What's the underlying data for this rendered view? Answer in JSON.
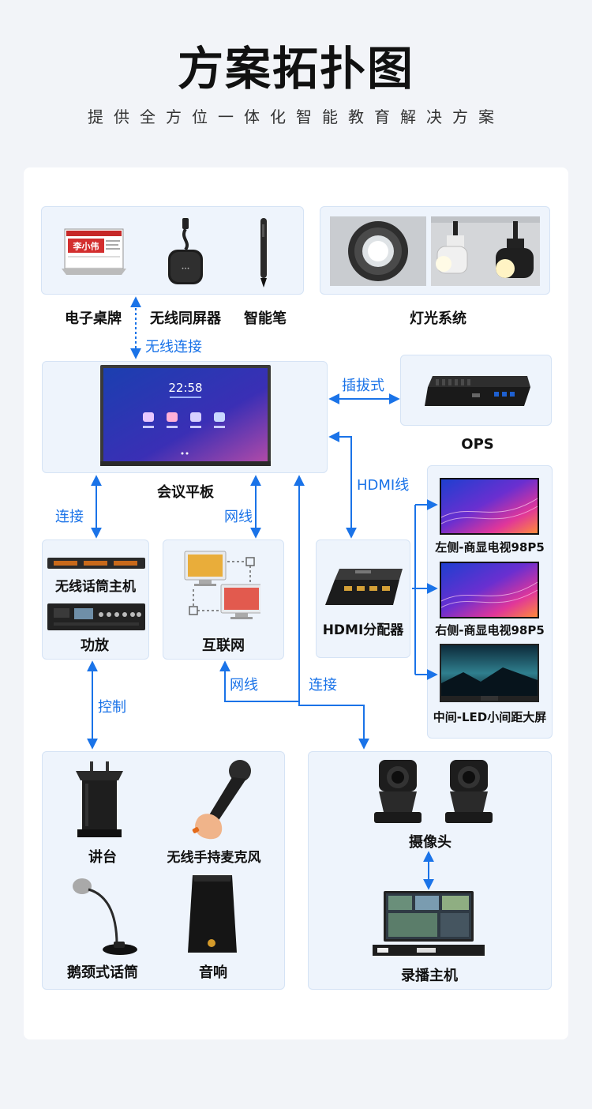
{
  "header": {
    "title": "方案拓扑图",
    "subtitle": "提供全方位一体化智能教育解决方案"
  },
  "nodes": {
    "nameplate_text": "李小伟",
    "screen_time": "22:58",
    "nameplate": "电子桌牌",
    "screencast": "无线同屏器",
    "pen": "智能笔",
    "lighting": "灯光系统",
    "panel": "会议平板",
    "ops": "OPS",
    "mic_host": "无线话筒主机",
    "amplifier": "功放",
    "internet": "互联网",
    "hdmi_splitter": "HDMI分配器",
    "tv_left": "左侧-商显电视98P5",
    "tv_right": "右侧-商显电视98P5",
    "led_center": "中间-LED小间距大屏",
    "podium": "讲台",
    "handheld_mic": "无线手持麦克风",
    "gooseneck_mic": "鹅颈式话筒",
    "speaker": "音响",
    "camera": "摄像头",
    "recorder": "录播主机"
  },
  "connections": {
    "wireless": "无线连接",
    "plugin": "插拔式",
    "hdmi_cable": "HDMI线",
    "connect_1": "连接",
    "network_1": "网线",
    "control": "控制",
    "network_2": "网线",
    "connect_2": "连接"
  },
  "colors": {
    "accent": "#1a73e8",
    "box_bg": "#eef4fc"
  }
}
